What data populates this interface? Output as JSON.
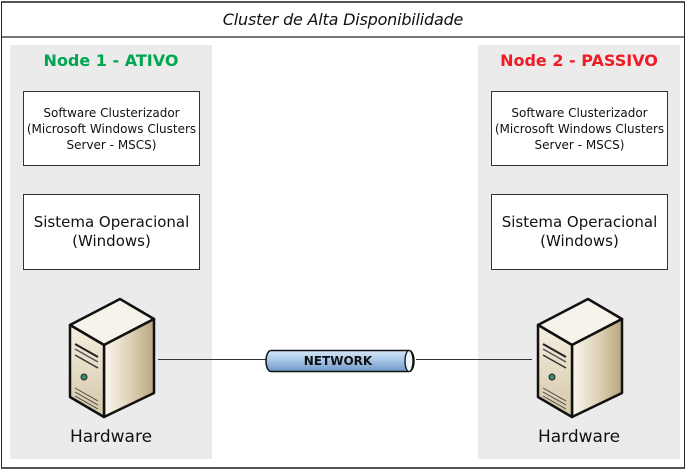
{
  "diagram": {
    "title": "Cluster de Alta Disponibilidade",
    "nodes": [
      {
        "title": "Node 1 - ATIVO",
        "title_color": "#00a550",
        "software_box": [
          "Software Clusterizador",
          "(Microsoft Windows Clusters",
          "Server - MSCS)"
        ],
        "os_box": [
          "Sistema Operacional",
          "(Windows)"
        ],
        "hardware_label": "Hardware",
        "icon": "server-tower-icon"
      },
      {
        "title": "Node 2 - PASSIVO",
        "title_color": "#ee1c24",
        "software_box": [
          "Software Clusterizador",
          "(Microsoft Windows Clusters",
          "Server - MSCS)"
        ],
        "os_box": [
          "Sistema Operacional",
          "(Windows)"
        ],
        "hardware_label": "Hardware",
        "icon": "server-tower-icon"
      }
    ],
    "network": {
      "label": "NETWORK",
      "icon": "network-pipe-icon",
      "fill_color": "#a9c8ea"
    }
  }
}
